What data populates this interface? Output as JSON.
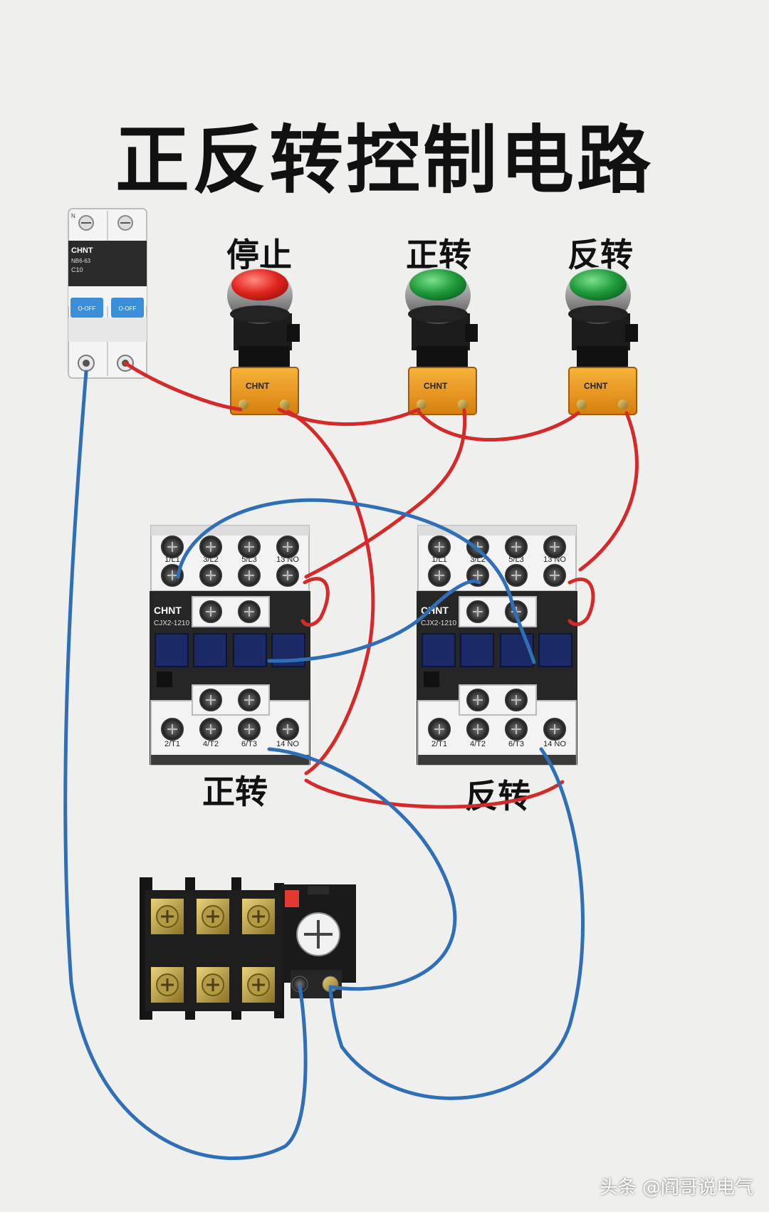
{
  "title": "正反转控制电路",
  "buttons": {
    "stop_label": "停止",
    "forward_label": "正转",
    "reverse_label": "反转"
  },
  "contactors": {
    "forward_label": "正转",
    "reverse_label": "反转",
    "brand": "CHNT",
    "model": "CJX2-1210",
    "top_terminals": [
      "1/L1",
      "3/L2",
      "5/L3",
      "13 NO"
    ],
    "bottom_terminals": [
      "2/T1",
      "4/T2",
      "6/T3",
      "14 NO"
    ]
  },
  "breaker": {
    "brand": "CHNT",
    "model": "NB6-63",
    "rating": "C10",
    "pole_n": "N",
    "toggle_text": "O-OFF"
  },
  "button_body_text": "CHNT",
  "watermark": "头条 @阎哥说电气",
  "colors": {
    "wire_red": "#d42a2a",
    "wire_blue": "#2f6fb7",
    "stop_button": "#e0241d",
    "start_button": "#1f9a3a",
    "contactor_body": "#2a2a2a",
    "terminal_block": "#f3f3f3"
  }
}
